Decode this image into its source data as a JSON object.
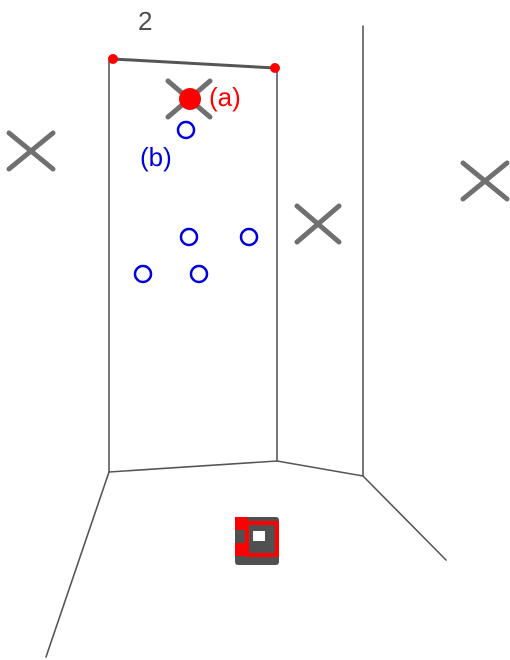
{
  "labels": {
    "number": "2",
    "point_a": "(a)",
    "point_b": "(b)"
  },
  "colors": {
    "wall_line": "#555555",
    "cross_marker": "#707070",
    "point_a": "#ff0000",
    "point_b": "#0000dd",
    "number_text": "#505050",
    "device_body": "#505050",
    "device_accent": "#ff0000"
  },
  "markers": {
    "cross_count": 4,
    "blue_circle_count": 5,
    "red_dot_count": 3
  }
}
